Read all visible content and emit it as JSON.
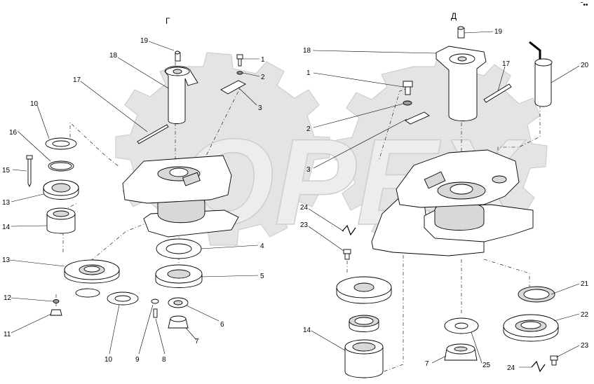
{
  "corner_mark": "˜••",
  "views": {
    "left": {
      "title": "Г"
    },
    "right": {
      "title": "Д"
    }
  },
  "watermark": "OPEX",
  "callouts_left": {
    "n19": "19",
    "n18": "18",
    "n1": "1",
    "n2": "2",
    "n3": "3",
    "n17": "17",
    "n10a": "10",
    "n16": "16",
    "n15": "15",
    "n13a": "13",
    "n14": "14",
    "n13b": "13",
    "n12": "12",
    "n11": "11",
    "n10b": "10",
    "n9": "9",
    "n8": "8",
    "n7": "7",
    "n6": "6",
    "n5": "5",
    "n4": "4"
  },
  "callouts_right": {
    "n18": "18",
    "n19": "19",
    "n1": "1",
    "n2": "2",
    "n3": "3",
    "n17": "17",
    "n20": "20",
    "n24a": "24",
    "n23a": "23",
    "n14": "14",
    "n7": "7",
    "n25": "25",
    "n21": "21",
    "n22": "22",
    "n23b": "23",
    "n24b": "24"
  }
}
